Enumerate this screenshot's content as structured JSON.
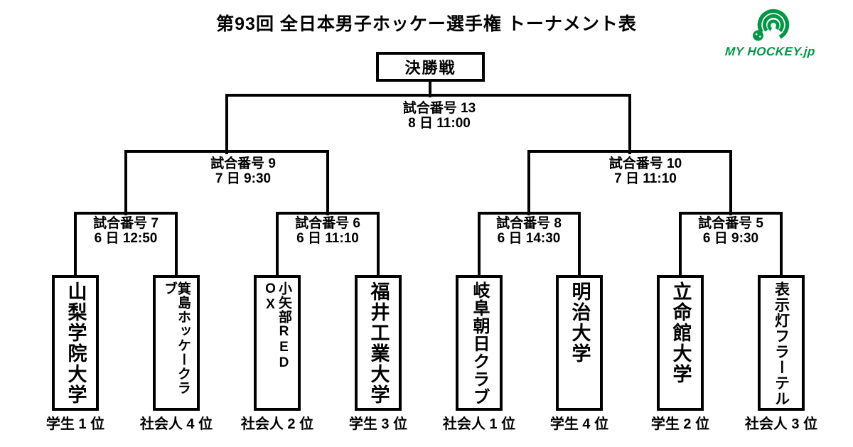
{
  "title": "第93回 全日本男子ホッケー選手権 トーナメント表",
  "logo": {
    "text": "MY HOCKEY.jp",
    "color": "#009845",
    "icon": "hockey-swirl-icon"
  },
  "bracket": {
    "line_color": "#000000",
    "final_label": "決勝戦",
    "matches": {
      "m13": {
        "number": "試合番号 13",
        "time": "8 日 11:00"
      },
      "m9": {
        "number": "試合番号 9",
        "time": "7 日 9:30"
      },
      "m10": {
        "number": "試合番号 10",
        "time": "7 日 11:10"
      },
      "m7": {
        "number": "試合番号 7",
        "time": "6 日 12:50"
      },
      "m6": {
        "number": "試合番号 6",
        "time": "6 日 11:10"
      },
      "m8": {
        "number": "試合番号 8",
        "time": "6 日 14:30"
      },
      "m5": {
        "number": "試合番号 5",
        "time": "6 日 9:30"
      }
    },
    "teams": [
      {
        "name": "山梨学院大学",
        "seed": "学生 1 位"
      },
      {
        "name": "箕島ホッケークラブ",
        "seed": "社会人 4 位"
      },
      {
        "name": "小矢部RED OX",
        "seed": "社会人 2 位"
      },
      {
        "name": "福井工業大学",
        "seed": "学生 3 位"
      },
      {
        "name": "岐阜朝日クラブ",
        "seed": "社会人 1 位"
      },
      {
        "name": "明治大学",
        "seed": "学生 4 位"
      },
      {
        "name": "立命館大学",
        "seed": "学生 2 位"
      },
      {
        "name": "表示灯フラーテル",
        "seed": "社会人 3 位"
      }
    ]
  }
}
